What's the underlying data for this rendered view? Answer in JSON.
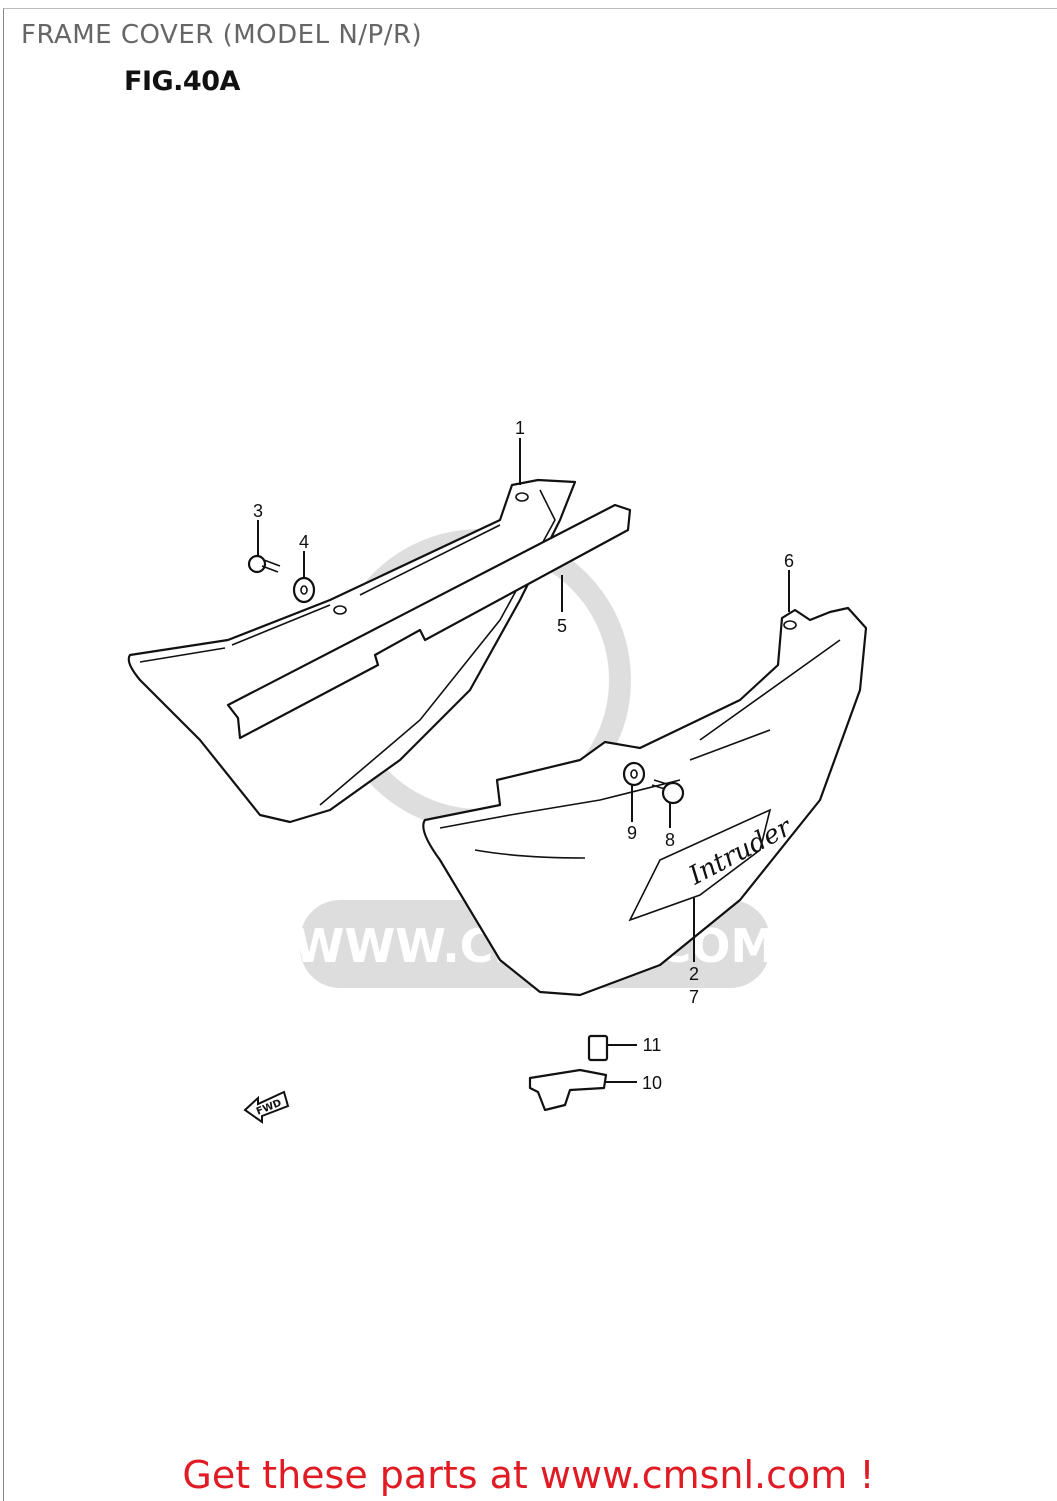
{
  "header": {
    "title": "FRAME COVER (MODEL N/P/R)",
    "figure": "FIG.40A"
  },
  "diagram": {
    "callouts": [
      {
        "id": "1",
        "label": "1"
      },
      {
        "id": "2",
        "label": "2"
      },
      {
        "id": "3",
        "label": "3"
      },
      {
        "id": "4",
        "label": "4"
      },
      {
        "id": "5",
        "label": "5"
      },
      {
        "id": "6",
        "label": "6"
      },
      {
        "id": "7",
        "label": "7"
      },
      {
        "id": "8",
        "label": "8"
      },
      {
        "id": "9",
        "label": "9"
      },
      {
        "id": "10",
        "label": "10"
      },
      {
        "id": "11",
        "label": "11"
      }
    ],
    "direction_marker": "FWD",
    "decal_lettering": "Intruder",
    "watermark": "WWW.CMSNL.COM"
  },
  "footer": {
    "text": "Get these parts at www.cmsnl.com !",
    "color": "#e01b24"
  }
}
